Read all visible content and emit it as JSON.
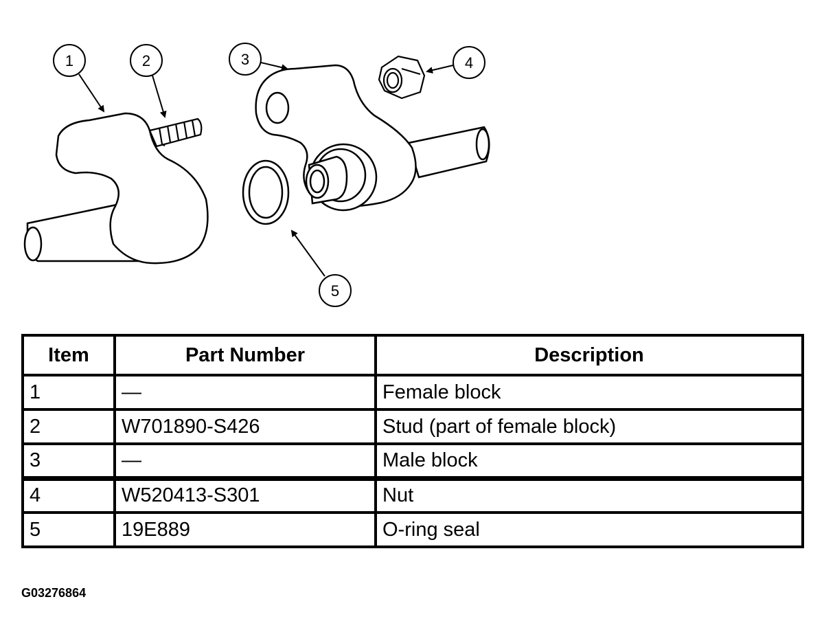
{
  "diagram": {
    "callouts": [
      "1",
      "2",
      "3",
      "4",
      "5"
    ],
    "components": [
      {
        "item": "1",
        "name": "female-block"
      },
      {
        "item": "2",
        "name": "stud"
      },
      {
        "item": "3",
        "name": "male-block"
      },
      {
        "item": "4",
        "name": "nut"
      },
      {
        "item": "5",
        "name": "o-ring-seal"
      }
    ]
  },
  "table": {
    "headers": [
      "Item",
      "Part Number",
      "Description"
    ],
    "rows": [
      [
        "1",
        "—",
        "Female block"
      ],
      [
        "2",
        "W701890-S426",
        "Stud (part of female block)"
      ],
      [
        "3",
        "—",
        "Male block"
      ],
      [
        "4",
        "W520413-S301",
        "Nut"
      ],
      [
        "5",
        "19E889",
        "O-ring seal"
      ]
    ]
  },
  "figure_code": "G03276864",
  "colors": {
    "line": "#000000",
    "background": "#ffffff"
  }
}
